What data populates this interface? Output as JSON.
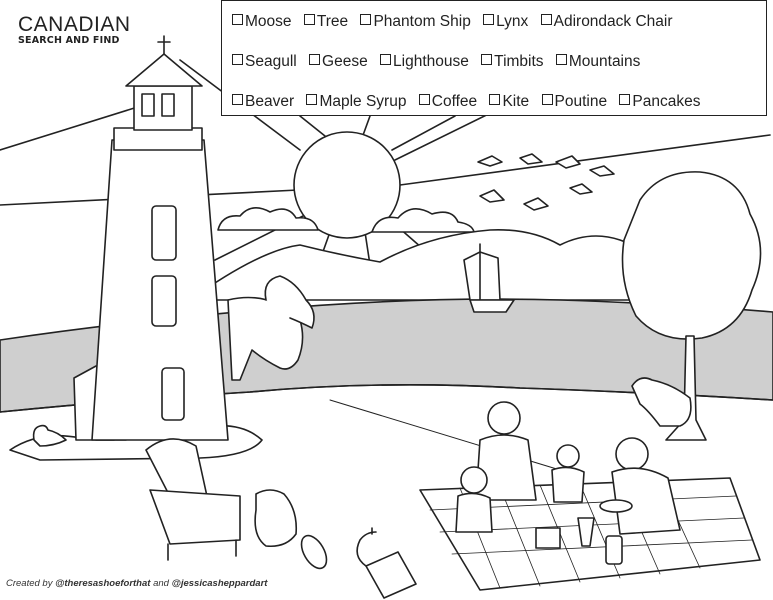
{
  "title": {
    "line1": "CANADIAN",
    "line2": "SEARCH AND FIND"
  },
  "checklist": {
    "rows": [
      [
        "Moose",
        "Tree",
        "Phantom Ship",
        "Lynx",
        "Adirondack Chair"
      ],
      [
        "Seagull",
        "Geese",
        "Lighthouse",
        "Timbits",
        "Mountains"
      ],
      [
        "Beaver",
        "Maple Syrup",
        "Coffee",
        "Kite",
        "Poutine",
        "Pancakes"
      ]
    ]
  },
  "credit": {
    "prefix": "Created by",
    "author1": "@theresashoeforthat",
    "joiner": "and",
    "author2": "@jessicasheppardart"
  }
}
